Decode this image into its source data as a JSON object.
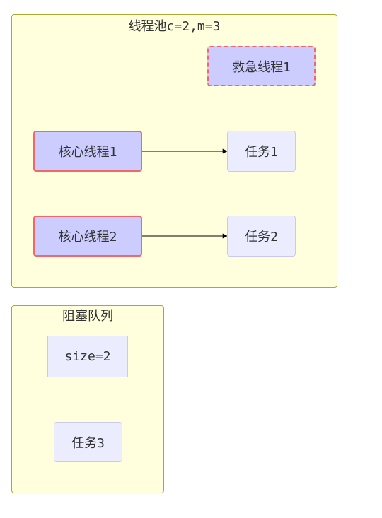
{
  "pool": {
    "title": "线程池c=2,m=3",
    "rescue_thread": "救急线程1",
    "core_thread_1": "核心线程1",
    "core_thread_2": "核心线程2",
    "task_1": "任务1",
    "task_2": "任务2"
  },
  "queue": {
    "title": "阻塞队列",
    "size_label": "size=2",
    "task_3": "任务3"
  },
  "colors": {
    "group_fill": "#ffffde",
    "group_border": "#aaaa33",
    "thread_fill": "#ccccff",
    "thread_border": "#f0686e",
    "task_fill": "#ececff"
  }
}
